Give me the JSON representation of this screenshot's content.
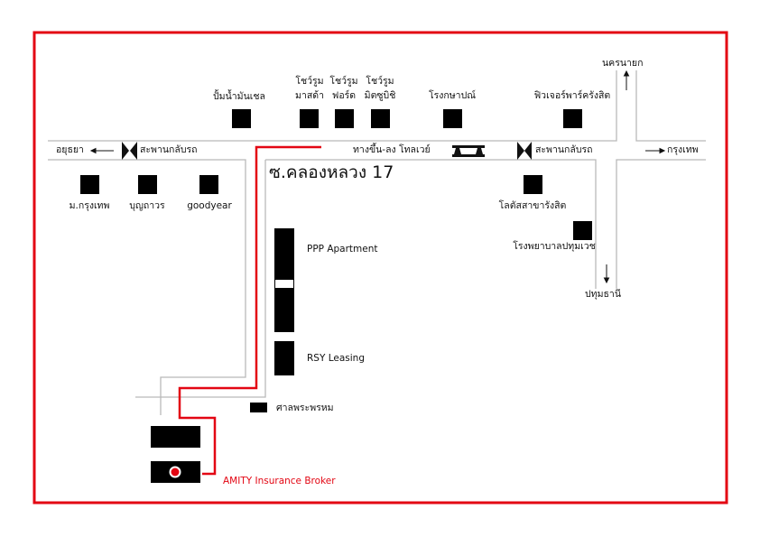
{
  "colors": {
    "frame": "#e30613",
    "route": "#e30613",
    "road": "#b9b9b9",
    "building": "#000000",
    "text": "#111111"
  },
  "map": {
    "soi_title": "ซ.คลองหลวง 17",
    "directions": {
      "ayutthaya": "อยุธยา",
      "bangkok_east": "กรุงเทพ",
      "nakhon_nayok": "นครนายก",
      "pathum_thani": "ปทุมธานี"
    },
    "bridges": {
      "left": "สะพานกลับรถ",
      "right": "สะพานกลับรถ"
    },
    "expressway": "ทางขึ้น-ลง โทลเวย์",
    "landmarks": {
      "gas_station": "ปั้มน้ำมันเชล",
      "mazda_line1": "โชว์รูม",
      "mazda_line2": "มาสด้า",
      "ford_line1": "โชว์รูม",
      "ford_line2": "ฟอร์ด",
      "mitsubishi_line1": "โชว์รูม",
      "mitsubishi_line2": "มิตซูบิชิ",
      "post_office": "โรงกษาปณ์",
      "future_park": "ฟิวเจอร์พาร์ครังสิต",
      "bkk_univ": "ม.กรุงเทพ",
      "boonthavorn": "บุญถาวร",
      "goodyear": "goodyear",
      "lotus": "โลตัสสาขารังสิต",
      "hospital": "โรงพยาบาลปทุมเวช",
      "ppp": "PPP Apartment",
      "rsy": "RSY Leasing",
      "shrine": "ศาลพระพรหม"
    },
    "destination": "AMITY Insurance Broker"
  }
}
